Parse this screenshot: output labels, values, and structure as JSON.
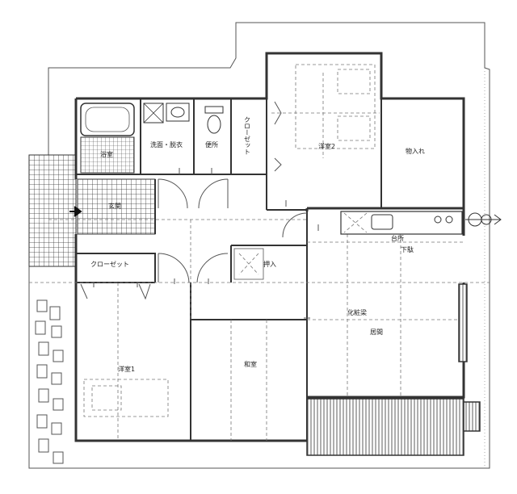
{
  "rooms": {
    "bath": "浴室",
    "washroom": "洗面・脱衣",
    "toilet": "便所",
    "closet_top": "クローゼット",
    "western2": "洋室2",
    "storage": "物入れ",
    "entrance": "玄関",
    "closet_left": "クローゼット",
    "oshiire": "押入",
    "kitchen": "台所",
    "shoe_storage": "下駄",
    "makeup_beam": "化粧梁",
    "living": "居間",
    "western1": "洋室1",
    "washitsu": "和室"
  }
}
